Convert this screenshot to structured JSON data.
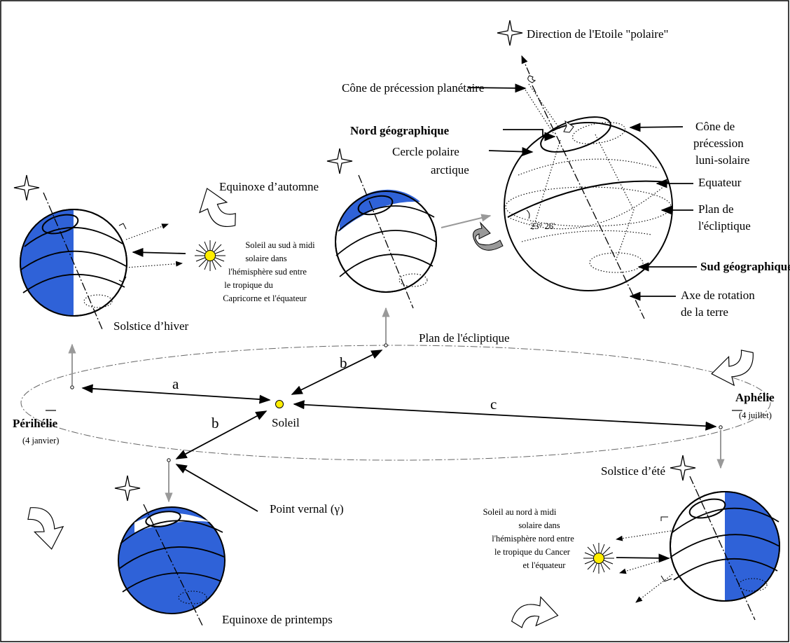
{
  "labels": {
    "polar_star": "Direction de l'Etoile \"polaire\"",
    "planetary_cone": "Cône de précession planétaire",
    "north_geo": "Nord géographique",
    "arctic_circle_1": "Cercle polaire",
    "arctic_circle_2": "arctique",
    "lunisolar_cone_1": "Cône de",
    "lunisolar_cone_2": "précession",
    "lunisolar_cone_3": "luni-solaire",
    "equator": "Equateur",
    "ecliptic_plane_1": "Plan de",
    "ecliptic_plane_2": "l'écliptique",
    "tilt_angle": "23° 26'",
    "south_geo": "Sud  géographique",
    "rotation_axis_1": "Axe de rotation",
    "rotation_axis_2": "de la terre",
    "autumn_equinox": "Equinoxe d’automne",
    "winter_solstice": "Solstice d’hiver",
    "south_sun_1": "Soleil au sud à midi",
    "south_sun_2": "solaire dans",
    "south_sun_3": "l'hémisphère sud entre",
    "south_sun_4": "le tropique du",
    "south_sun_5": "Capricorne et l'équateur",
    "ecliptic_orbit": "Plan de l'écliptique",
    "perihelion": "Périhélie",
    "perihelion_date": "(4 janvier)",
    "aphelion": "Aphélie",
    "aphelion_date": "(4 juillet)",
    "sun": "Soleil",
    "dist_a": "a",
    "dist_b1": "b",
    "dist_b2": "b",
    "dist_c": "c",
    "vernal_point": "Point vernal (γ)",
    "summer_solstice": "Solstice d’été",
    "north_sun_1": "Soleil au nord à midi",
    "north_sun_2": "solaire dans",
    "north_sun_3": "l'hémisphère nord entre",
    "north_sun_4": "le tropique du Cancer",
    "north_sun_5": "et l'équateur",
    "spring_equinox": "Equinoxe de printemps"
  },
  "colors": {
    "hemisphere_fill": "#2f62d8",
    "sun_fill": "#ffee00",
    "orbit_arrows": "#999999"
  }
}
